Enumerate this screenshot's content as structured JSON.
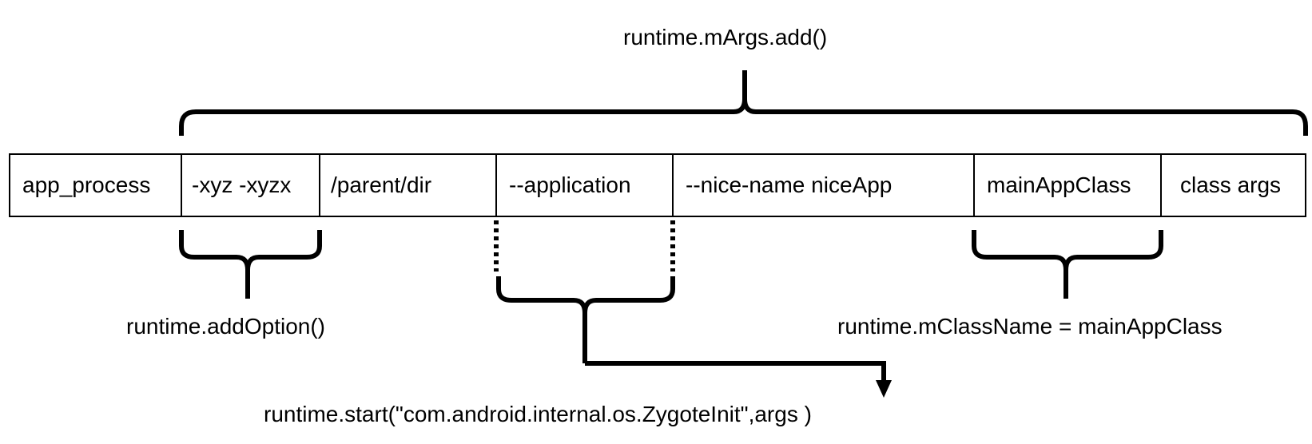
{
  "args_row": [
    "app_process",
    "-xyz -xyzx",
    "/parent/dir",
    "--application",
    "--nice-name niceApp",
    "mainAppClass",
    "class args"
  ],
  "labels": {
    "margs_add": "runtime.mArgs.add()",
    "add_option": "runtime.addOption()",
    "class_name": "runtime.mClassName = mainAppClass",
    "start": "runtime.start(\"com.android.internal.os.ZygoteInit\",args )"
  }
}
